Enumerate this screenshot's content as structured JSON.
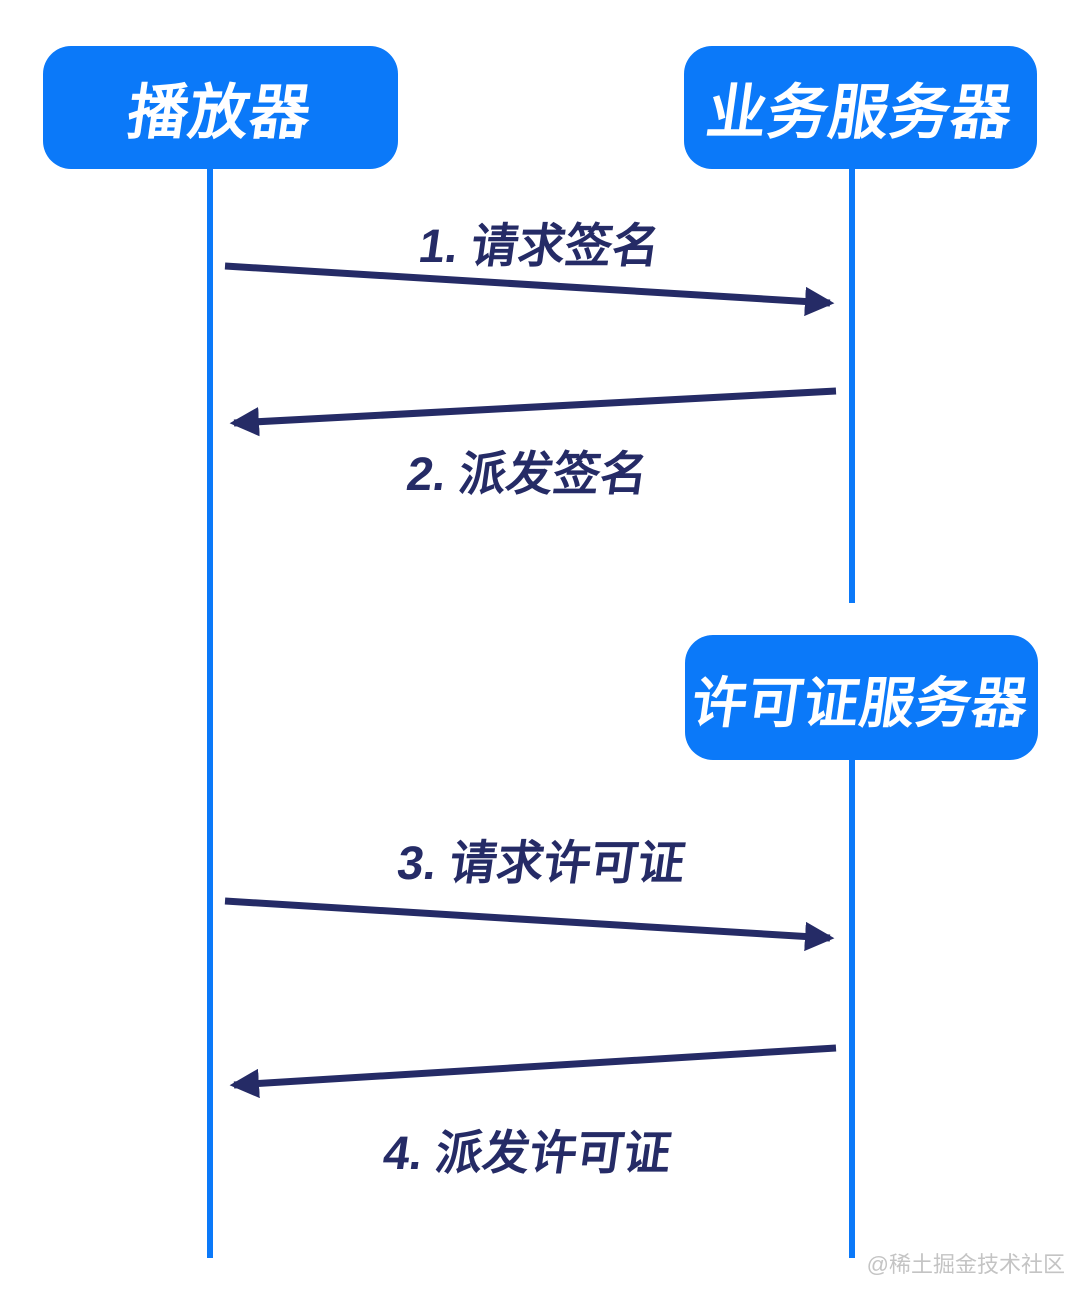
{
  "diagram": {
    "type": "sequence-diagram",
    "actors": [
      {
        "id": "player",
        "label": "播放器"
      },
      {
        "id": "business-server",
        "label": "业务服务器"
      },
      {
        "id": "license-server",
        "label": "许可证服务器"
      }
    ],
    "messages": [
      {
        "step": 1,
        "label": "1. 请求签名",
        "from": "player",
        "to": "business-server",
        "direction": "right"
      },
      {
        "step": 2,
        "label": "2. 派发签名",
        "from": "business-server",
        "to": "player",
        "direction": "left"
      },
      {
        "step": 3,
        "label": "3. 请求许可证",
        "from": "player",
        "to": "license-server",
        "direction": "right"
      },
      {
        "step": 4,
        "label": "4. 派发许可证",
        "from": "license-server",
        "to": "player",
        "direction": "left"
      }
    ],
    "watermark": "@稀土掘金技术社区"
  },
  "colors": {
    "background": "#FFFFFF",
    "actor_fill": "#0B79F9",
    "lifeline": "#0B79F9",
    "message_ink": "#252B66",
    "actor_text": "#FFFFFF",
    "watermark_text": "#C4C4C4"
  }
}
